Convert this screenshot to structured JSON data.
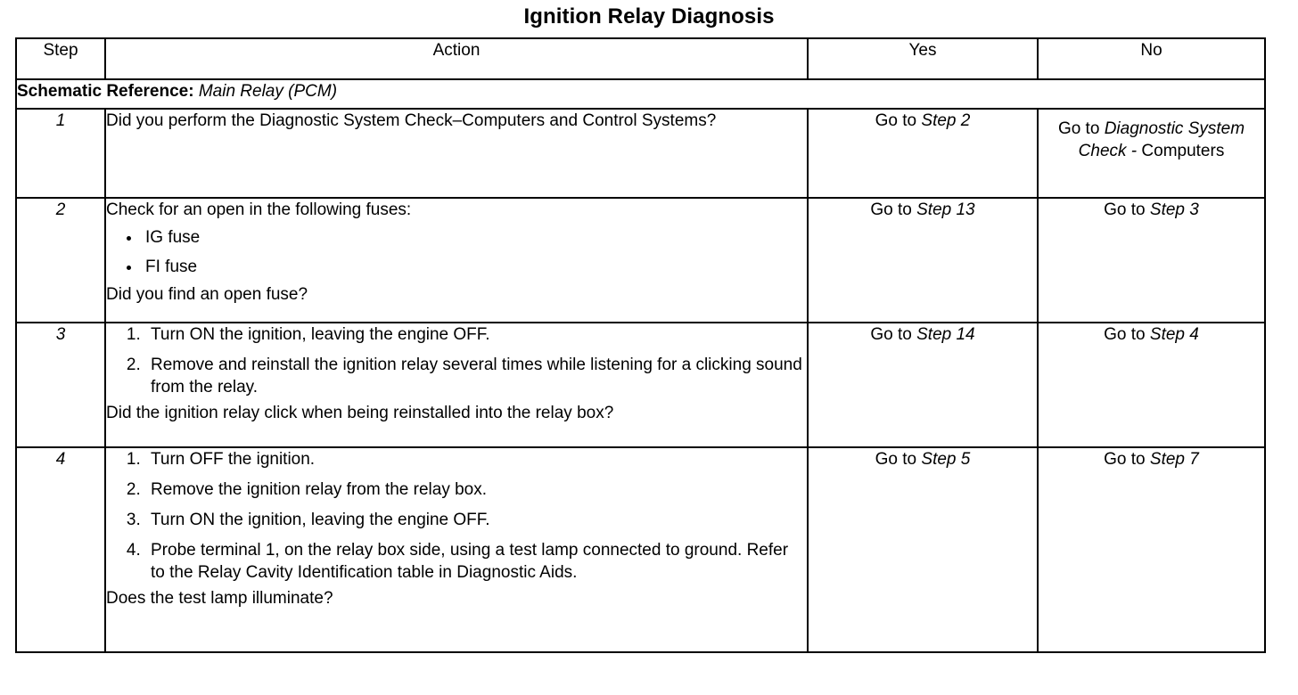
{
  "document": {
    "title": "Ignition Relay Diagnosis"
  },
  "table": {
    "headers": {
      "step": "Step",
      "action": "Action",
      "yes": "Yes",
      "no": "No"
    },
    "schematic_reference": {
      "label": "Schematic Reference:",
      "value": "Main Relay (PCM)"
    },
    "rows": [
      {
        "step": "1",
        "action": {
          "lead": "Did you perform the Diagnostic System Check–Computers and Control Systems?",
          "items": [],
          "tail": ""
        },
        "yes": {
          "prefix": "Go to",
          "target": "Step 2",
          "suffix": ""
        },
        "no": {
          "prefix": "Go to",
          "target": "Diagnostic System Check -",
          "suffix": "Computers"
        }
      },
      {
        "step": "2",
        "action": {
          "lead": "Check for an open in the following fuses:",
          "items": [
            "IG fuse",
            "FI fuse"
          ],
          "tail": "Did you find an open fuse?"
        },
        "yes": {
          "prefix": "Go to",
          "target": "Step 13",
          "suffix": ""
        },
        "no": {
          "prefix": "Go to",
          "target": "Step 3",
          "suffix": ""
        }
      },
      {
        "step": "3",
        "action": {
          "lead": "",
          "items": [
            "Turn ON the ignition, leaving the engine OFF.",
            "Remove and reinstall the ignition relay several times while listening for a clicking sound from the relay."
          ],
          "tail": "Did the ignition relay click when being reinstalled into the relay box?"
        },
        "yes": {
          "prefix": "Go to",
          "target": "Step 14",
          "suffix": ""
        },
        "no": {
          "prefix": "Go to",
          "target": "Step 4",
          "suffix": ""
        }
      },
      {
        "step": "4",
        "action": {
          "lead": "",
          "items": [
            "Turn OFF the ignition.",
            "Remove the ignition relay from the relay box.",
            "Turn ON the ignition, leaving the engine OFF.",
            "Probe terminal 1, on the relay box side, using a test lamp connected to ground. Refer to the Relay Cavity Identification table in Diagnostic Aids."
          ],
          "tail": "Does the test lamp illuminate?"
        },
        "yes": {
          "prefix": "Go to",
          "target": "Step 5",
          "suffix": ""
        },
        "no": {
          "prefix": "Go to",
          "target": "Step 7",
          "suffix": ""
        }
      }
    ]
  },
  "colors": {
    "ink": "#000000",
    "paper": "#ffffff"
  }
}
